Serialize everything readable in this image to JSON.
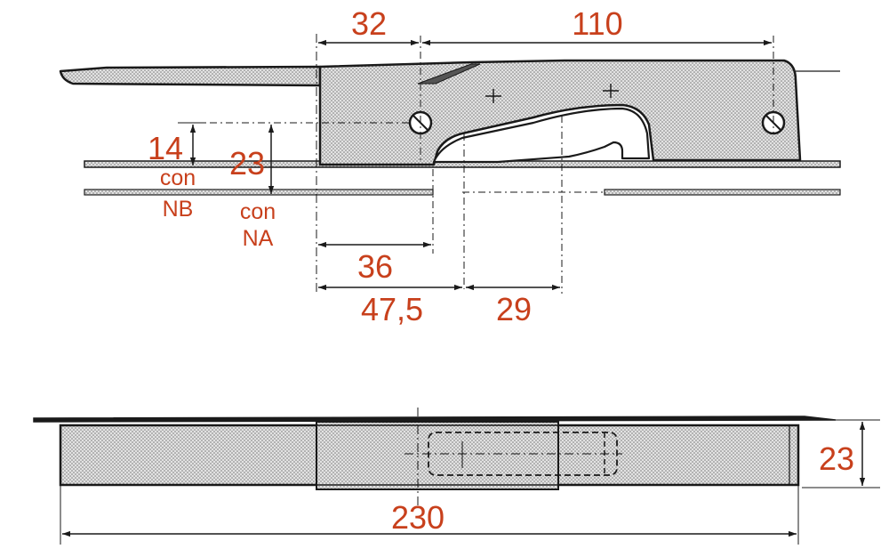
{
  "colors": {
    "dimension_text": "#c8401c",
    "line": "#1a1a1a",
    "fill": "#d4d4d4",
    "background": "#ffffff"
  },
  "dimensions": {
    "d32": "32",
    "d110": "110",
    "d14": "14",
    "con1": "con",
    "nb": "NB",
    "d23_top": "23",
    "con2": "con",
    "na": "NA",
    "d36": "36",
    "d47_5": "47,5",
    "d29": "29",
    "d23_bottom": "23",
    "d230": "230"
  }
}
